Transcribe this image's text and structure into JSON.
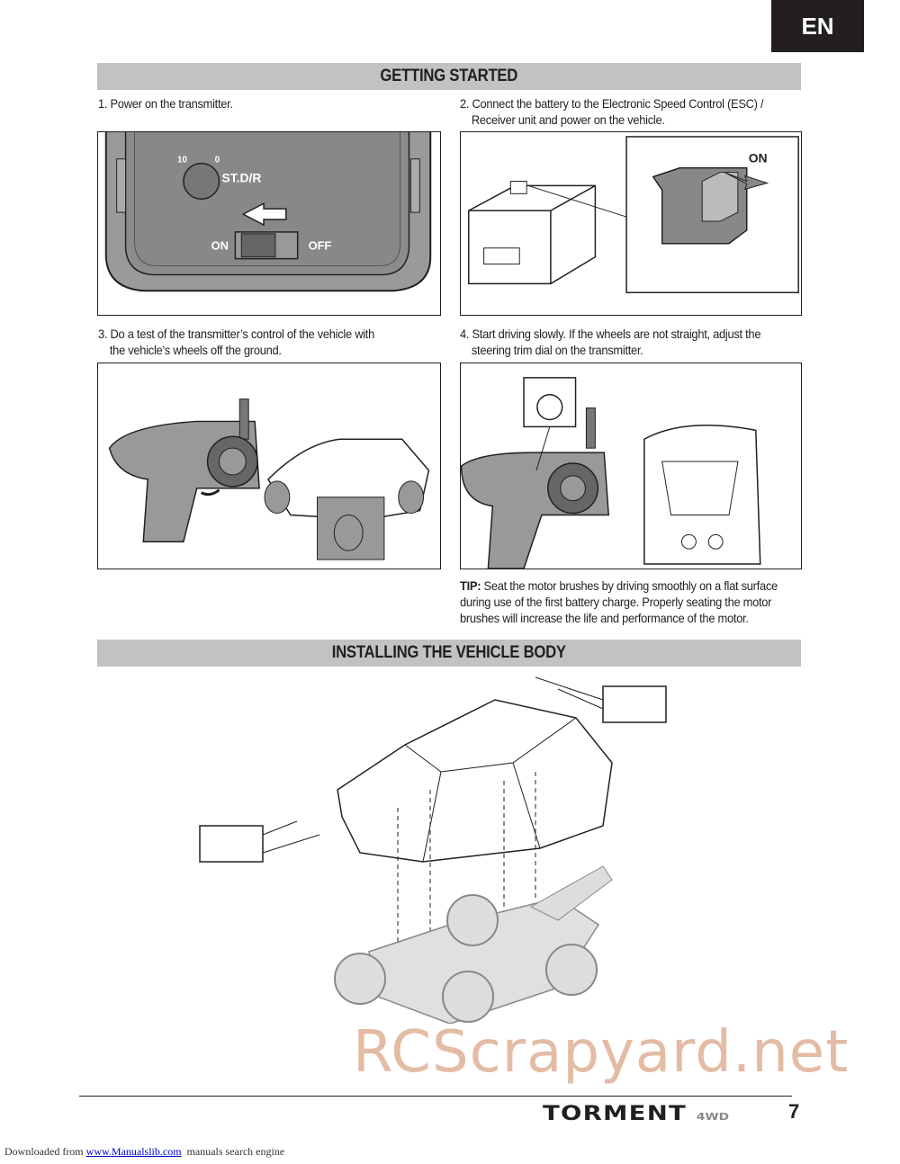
{
  "lang_tab": "EN",
  "sections": {
    "getting_started": "GETTING STARTED",
    "installing_body": "INSTALLING THE VEHICLE BODY"
  },
  "steps": [
    {
      "line1": "1. Power on the transmitter.",
      "line2": ""
    },
    {
      "line1": "2. Connect the battery to the Electronic Speed Control (ESC) /",
      "line2": "Receiver unit and power on the vehicle."
    },
    {
      "line1": "3. Do a test of the transmitter’s control of the vehicle with",
      "line2": "the vehicle’s wheels off the ground."
    },
    {
      "line1": "4. Start driving slowly. If the wheels are not straight, adjust the",
      "line2": "steering trim dial on the transmitter."
    }
  ],
  "figure1": {
    "dial_max": "10",
    "dial_min": "0",
    "dial_label": "ST.D/R",
    "on": "ON",
    "off": "OFF"
  },
  "figure2": {
    "on": "ON"
  },
  "tip": {
    "label": "TIP:",
    "text": " Seat the motor brushes by driving smoothly on a flat surface during use of the first battery charge. Properly seating the motor brushes will increase the life and performance of the motor."
  },
  "footer": {
    "logo": "TORMENT",
    "logo_sub": "4WD",
    "page": "7",
    "watermark": "RCScrapyard.net",
    "downloaded_prefix": "Downloaded from ",
    "downloaded_link": "www.Manualslib.com",
    "downloaded_suffix": "  manuals search engine"
  }
}
